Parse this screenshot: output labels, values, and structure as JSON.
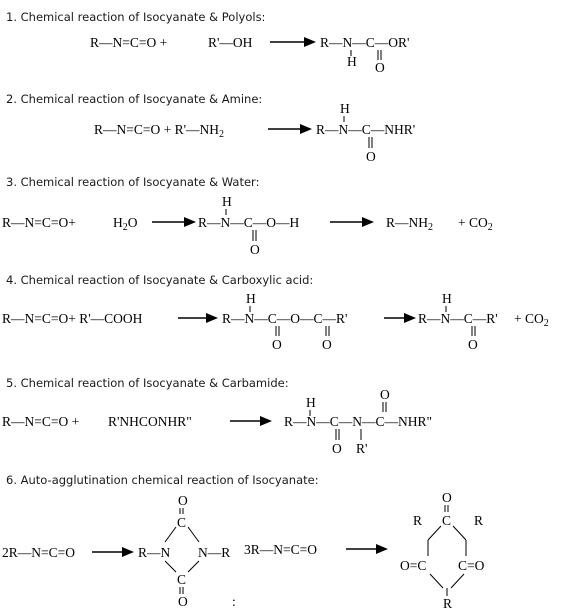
{
  "sections": [
    {
      "title": "1. Chemical reaction of Isocyanate & Polyols:",
      "reactant_a": "R—N=C=O +",
      "reactant_b": "R'—OH",
      "product_chain": "R—N—C—OR'",
      "product_h": "H",
      "product_o": "O"
    },
    {
      "title": "2. Chemical reaction of Isocyanate & Amine:",
      "reactant_a": "R—N=C=O + R'—NH",
      "reactant_a_sub": "2",
      "product_h": "H",
      "product_chain": "R—N—C—NHR'",
      "product_o": "O"
    },
    {
      "title": "3. Chemical reaction of Isocyanate & Water:",
      "reactant_a": "R—N=C=O+",
      "reactant_b": "H",
      "reactant_b_sub": "2",
      "reactant_b_tail": "O",
      "intermediate_h": "H",
      "intermediate_chain": "R—N—C—O—H",
      "intermediate_o": "O",
      "product_a": "R—NH",
      "product_a_sub": "2",
      "product_b": "+ CO",
      "product_b_sub": "2"
    },
    {
      "title": "4. Chemical reaction of Isocyanate & Carboxylic acid:",
      "reactant_a": "R—N=C=O+ R'—COOH",
      "intermediate_h": "H",
      "intermediate_chain": "R—N—C—O—C—R'",
      "intermediate_o1": "O",
      "intermediate_o2": "O",
      "product_h": "H",
      "product_chain": "R—N—C—R'",
      "product_o": "O",
      "product_b": "+ CO",
      "product_b_sub": "2"
    },
    {
      "title": "5. Chemical reaction of Isocyanate & Carbamide:",
      "reactant_a": "R—N=C=O +",
      "reactant_b": "R'NHCONHR\"",
      "product_h": "H",
      "product_o_top": "O",
      "product_chain": "R—N—C—N—C—NHR\"",
      "product_o_bottom": "O",
      "product_r": "R'"
    },
    {
      "title": "6. Auto-agglutination chemical reaction of Isocyanate:",
      "reactant_a": "2R—N=C=O",
      "dimer_o_top": "O",
      "dimer_c_top": "C",
      "dimer_left": "R—N",
      "dimer_right": "N—R",
      "dimer_c_bottom": "C",
      "dimer_o_bottom": "O",
      "reactant_b": "3R—N=C=O",
      "trimer_o_top": "O",
      "trimer_r_left": "R",
      "trimer_c_top": "C",
      "trimer_r_right": "R",
      "trimer_left": "O=C",
      "trimer_right": "C=O",
      "trimer_r_bottom": "R",
      "stray_mark": ":"
    }
  ]
}
